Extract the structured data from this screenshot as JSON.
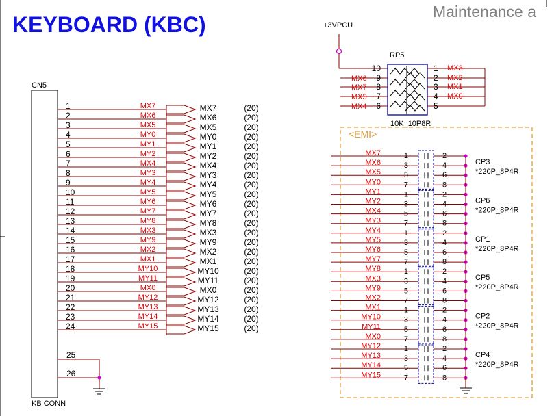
{
  "title": "KEYBOARD (KBC)",
  "header_note": "Maintenance a",
  "colors": {
    "wire": "#8b0000",
    "net_label": "#e00000",
    "text": "#000000",
    "title": "#1010e0",
    "emi_box": "#e0a040",
    "chip_box": "#0000a0",
    "junction": "#d000d0"
  },
  "connector": {
    "ref": "CN5",
    "name": "KB CONN",
    "pins": [
      {
        "num": "1",
        "net": "MX7",
        "port": "MX7",
        "ref": "(20)"
      },
      {
        "num": "2",
        "net": "MX6",
        "port": "MX6",
        "ref": "(20)"
      },
      {
        "num": "3",
        "net": "MX5",
        "port": "MX5",
        "ref": "(20)"
      },
      {
        "num": "4",
        "net": "MY0",
        "port": "MY0",
        "ref": "(20)"
      },
      {
        "num": "5",
        "net": "MY1",
        "port": "MY1",
        "ref": "(20)"
      },
      {
        "num": "6",
        "net": "MY2",
        "port": "MY2",
        "ref": "(20)"
      },
      {
        "num": "7",
        "net": "MX4",
        "port": "MX4",
        "ref": "(20)"
      },
      {
        "num": "8",
        "net": "MY3",
        "port": "MY3",
        "ref": "(20)"
      },
      {
        "num": "9",
        "net": "MY4",
        "port": "MY4",
        "ref": "(20)"
      },
      {
        "num": "10",
        "net": "MY5",
        "port": "MY5",
        "ref": "(20)"
      },
      {
        "num": "11",
        "net": "MY6",
        "port": "MY6",
        "ref": "(20)"
      },
      {
        "num": "12",
        "net": "MY7",
        "port": "MY7",
        "ref": "(20)"
      },
      {
        "num": "13",
        "net": "MY8",
        "port": "MY8",
        "ref": "(20)"
      },
      {
        "num": "14",
        "net": "MX3",
        "port": "MX3",
        "ref": "(20)"
      },
      {
        "num": "15",
        "net": "MY9",
        "port": "MY9",
        "ref": "(20)"
      },
      {
        "num": "16",
        "net": "MX2",
        "port": "MX2",
        "ref": "(20)"
      },
      {
        "num": "17",
        "net": "MX1",
        "port": "MX1",
        "ref": "(20)"
      },
      {
        "num": "18",
        "net": "MY10",
        "port": "MY10",
        "ref": "(20)"
      },
      {
        "num": "19",
        "net": "MY11",
        "port": "MY11",
        "ref": "(20)"
      },
      {
        "num": "20",
        "net": "MX0",
        "port": "MX0",
        "ref": "(20)"
      },
      {
        "num": "21",
        "net": "MY12",
        "port": "MY12",
        "ref": "(20)"
      },
      {
        "num": "22",
        "net": "MY13",
        "port": "MY13",
        "ref": "(20)"
      },
      {
        "num": "23",
        "net": "MY14",
        "port": "MY14",
        "ref": "(20)"
      },
      {
        "num": "24",
        "net": "MY15",
        "port": "MY15",
        "ref": "(20)"
      }
    ],
    "ground_pins": [
      "25",
      "26"
    ]
  },
  "power": "+3VPCU",
  "rp5": {
    "ref": "RP5",
    "value": "10K_10P8R",
    "left_pins": [
      {
        "num": "10",
        "net": ""
      },
      {
        "num": "9",
        "net": "MX6"
      },
      {
        "num": "8",
        "net": "MX7"
      },
      {
        "num": "7",
        "net": "MX5"
      },
      {
        "num": "6",
        "net": "MX4"
      }
    ],
    "right_pins": [
      {
        "num": "1",
        "net": "MX3"
      },
      {
        "num": "2",
        "net": "MX2"
      },
      {
        "num": "3",
        "net": "MX1"
      },
      {
        "num": "4",
        "net": "MX0"
      },
      {
        "num": "5",
        "net": ""
      }
    ]
  },
  "emi": {
    "label": "<EMI>",
    "packs": [
      {
        "ref": "CP3",
        "value": "*220P_8P4R",
        "nets": [
          "MX7",
          "MX6",
          "MX5",
          "MY0"
        ]
      },
      {
        "ref": "CP6",
        "value": "*220P_8P4R",
        "nets": [
          "MY1",
          "MY2",
          "MX4",
          "MY3"
        ]
      },
      {
        "ref": "CP1",
        "value": "*220P_8P4R",
        "nets": [
          "MY4",
          "MY5",
          "MY6",
          "MY7"
        ]
      },
      {
        "ref": "CP5",
        "value": "*220P_8P4R",
        "nets": [
          "MY8",
          "MX3",
          "MY9",
          "MX2"
        ]
      },
      {
        "ref": "CP2",
        "value": "*220P_8P4R",
        "nets": [
          "MX1",
          "MY10",
          "MY11",
          "MX0"
        ]
      },
      {
        "ref": "CP4",
        "value": "*220P_8P4R",
        "nets": [
          "MY12",
          "MY13",
          "MY14",
          "MY15"
        ]
      }
    ],
    "left_nums": [
      "1",
      "3",
      "5",
      "7"
    ],
    "right_nums": [
      "2",
      "4",
      "6",
      "8"
    ]
  }
}
